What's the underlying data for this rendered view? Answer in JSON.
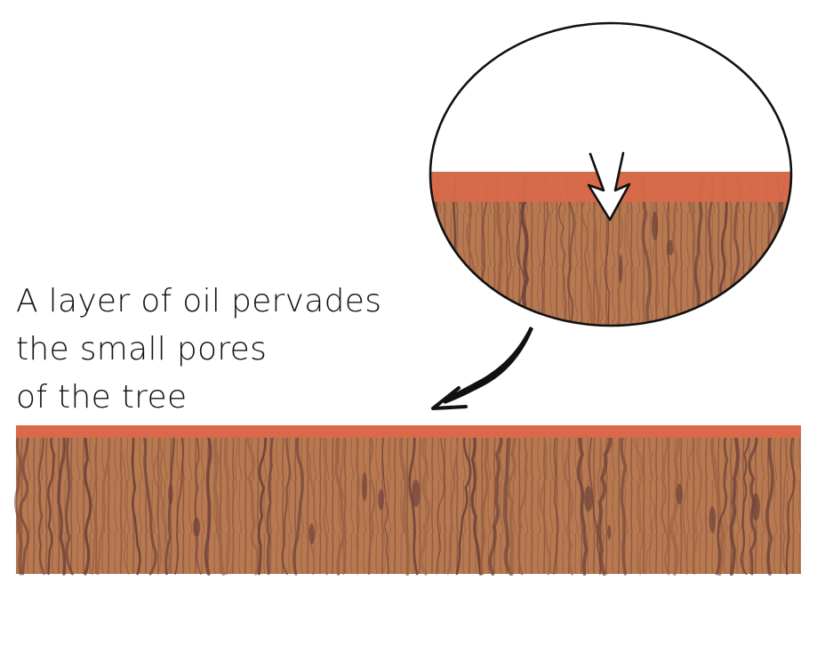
{
  "caption": {
    "lines": [
      "A layer of oil pervades",
      "the small pores",
      "of the tree"
    ]
  },
  "colors": {
    "wood": "#b87951",
    "grain": "#6e4339",
    "grain_light": "#9b6244",
    "oil": "#d9694a",
    "outline": "#111111",
    "background": "#ffffff"
  },
  "icons": {
    "magnifier": "magnifier-circle",
    "penetration_arrow": "down-arrow",
    "pointer_arrow": "curved-arrow"
  }
}
